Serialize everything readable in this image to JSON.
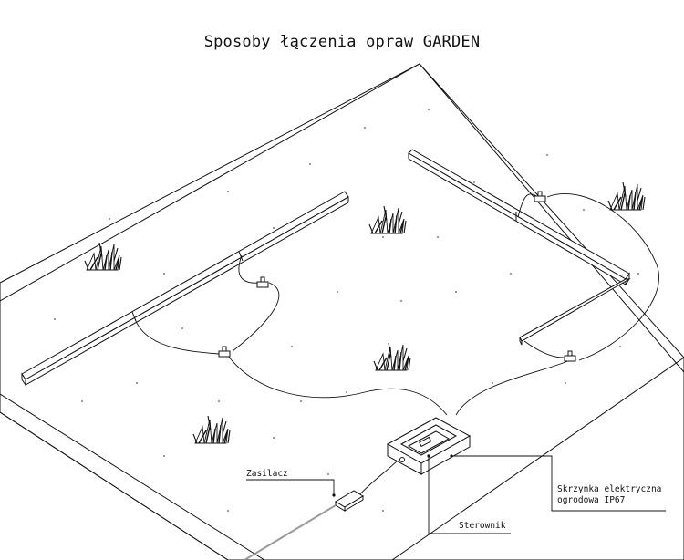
{
  "title": "Sposoby łączenia opraw GARDEN",
  "labels": {
    "power_supply": "Zasilacz",
    "controller": "Sterownik",
    "junction_box_line1": "Skrzynka elektryczna",
    "junction_box_line2": "ogrodowa IP67"
  },
  "colors": {
    "stroke": "#111111",
    "background": "#ffffff",
    "grass": "#111111",
    "power_cable": "#9a9a9a"
  },
  "icons": [
    "grass-tuft-icon",
    "t-connector-icon",
    "power-supply-icon",
    "controller-icon"
  ]
}
